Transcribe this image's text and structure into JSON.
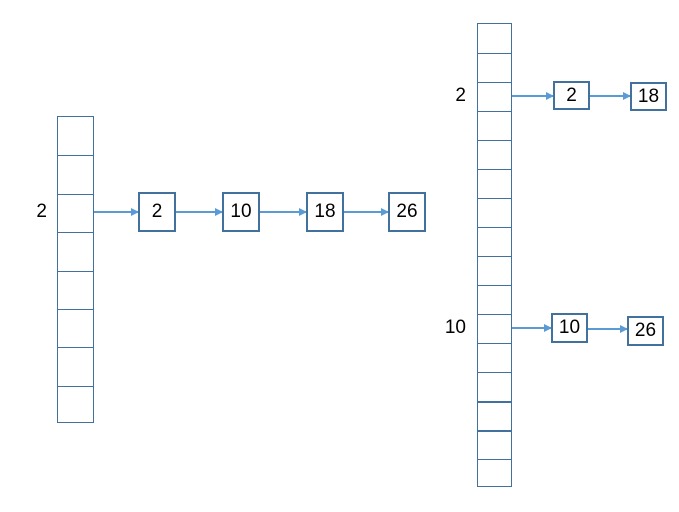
{
  "colors": {
    "background": "#FFFFFF",
    "table_border": "#41719C",
    "arrow": "#5B9BD5",
    "text": "#000000"
  },
  "left_diagram": {
    "cell_count": 8,
    "chains": [
      {
        "bucket_label": "2",
        "bucket_index": 2,
        "nodes": [
          "2",
          "10",
          "18",
          "26"
        ]
      }
    ]
  },
  "right_diagram": {
    "cell_count": 16,
    "thick_top_cells": [
      13,
      14
    ],
    "chains": [
      {
        "bucket_label": "2",
        "bucket_index": 2,
        "nodes": [
          "2",
          "18"
        ]
      },
      {
        "bucket_label": "10",
        "bucket_index": 10,
        "nodes": [
          "10",
          "26"
        ]
      }
    ]
  }
}
